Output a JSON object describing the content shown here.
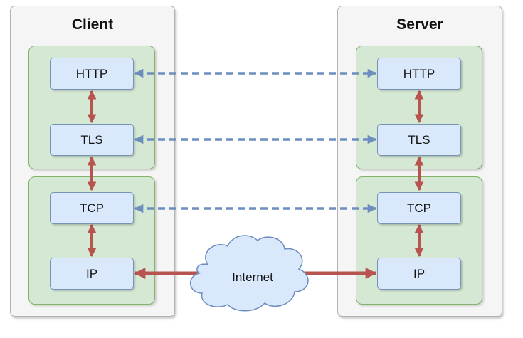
{
  "client": {
    "title": "Client",
    "layers": {
      "http": "HTTP",
      "tls": "TLS",
      "tcp": "TCP",
      "ip": "IP"
    }
  },
  "server": {
    "title": "Server",
    "layers": {
      "http": "HTTP",
      "tls": "TLS",
      "tcp": "TCP",
      "ip": "IP"
    }
  },
  "network": {
    "label": "Internet"
  },
  "colors": {
    "panel_fill": "#f5f5f5",
    "group_fill": "#d5e8d4",
    "group_border": "#82b366",
    "layer_fill": "#dae8fc",
    "layer_border": "#7594b8",
    "stack_arrow": "#b85450",
    "peer_arrow": "#6c8ebf",
    "cloud_fill": "#dae8fc"
  }
}
